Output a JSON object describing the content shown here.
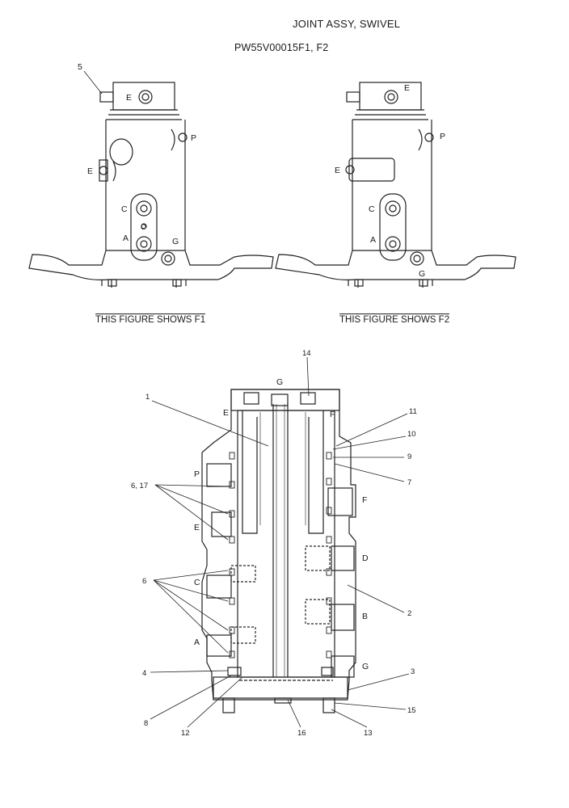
{
  "header": {
    "title": "JOINT ASSY, SWIVEL",
    "subtitle": "PW55V00015F1, F2"
  },
  "figures": {
    "f1": {
      "caption": "THIS FIGURE SHOWS  F1",
      "callout": "5",
      "ports": {
        "e_top": "E",
        "p": "P",
        "e_side": "E",
        "c": "C",
        "a": "A",
        "g": "G",
        "o": "O"
      }
    },
    "f2": {
      "caption": "THIS FIGURE SHOWS  F2",
      "ports": {
        "e_top": "E",
        "p": "P",
        "e_side": "E",
        "c": "C",
        "a": "A",
        "g": "G"
      }
    }
  },
  "section": {
    "ports": {
      "g": "G",
      "e": "E",
      "f": "F",
      "p": "P",
      "e2": "E",
      "c": "C",
      "a": "A",
      "f2": "F",
      "d": "D",
      "b": "B",
      "g2": "G"
    },
    "callouts": {
      "c1": "1",
      "c14": "14",
      "c11": "11",
      "c10": "10",
      "c9": "9",
      "c7": "7",
      "c6_17": "6, 17",
      "c6": "6",
      "c2": "2",
      "c3": "3",
      "c4": "4",
      "c15": "15",
      "c8": "8",
      "c12": "12",
      "c16": "16",
      "c13": "13"
    }
  }
}
